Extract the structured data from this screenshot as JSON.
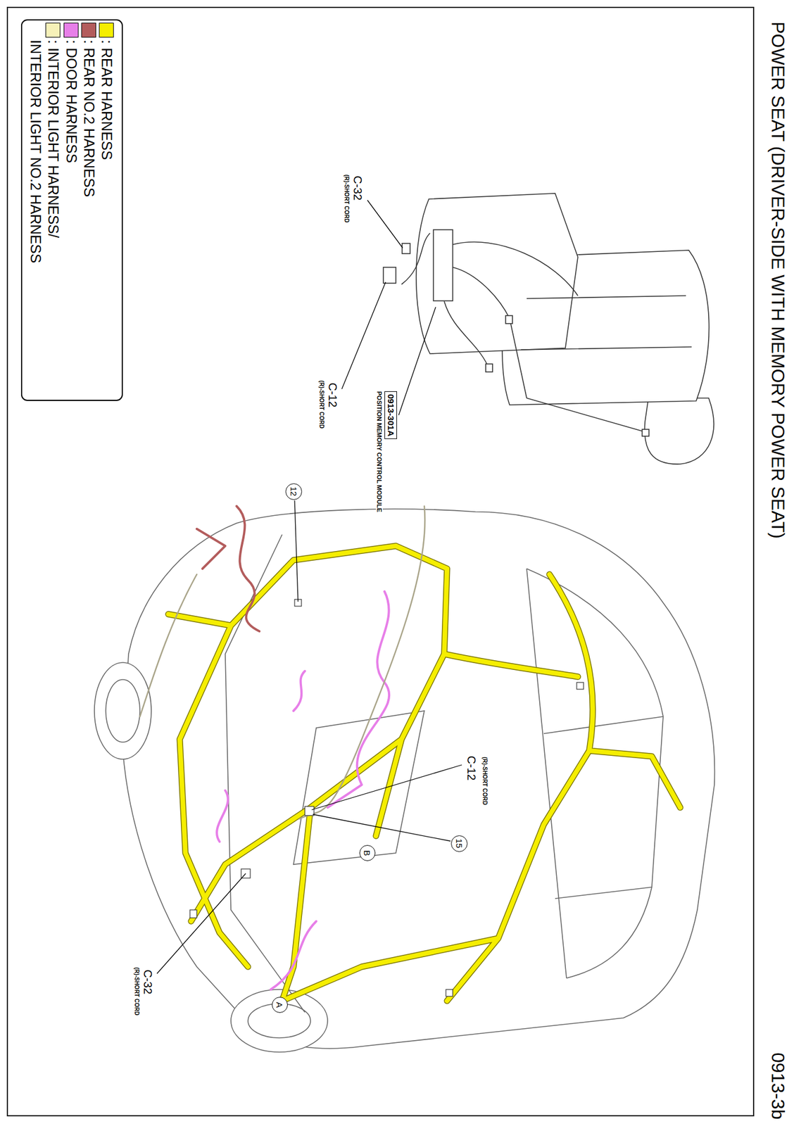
{
  "diagram": {
    "title": "POWER SEAT (DRIVER-SIDE WITH MEMORY POWER SEAT)",
    "nodes": [
      {
        "text": [
          "0913-301A",
          "POSITION MEMORY CONTROL MODULE"
        ]
      },
      {
        "text": [
          "12"
        ]
      },
      {
        "text": [
          "15"
        ]
      },
      {
        "text": [
          "B"
        ]
      },
      {
        "text": [
          "A"
        ]
      }
    ],
    "labels": [
      "0913-3b",
      "C-32",
      "(R)-SHORT CORD",
      "C-12",
      "(R)-SHORT CORD",
      "C-12",
      "(R)-SHORT CORD",
      "C-32",
      "(R)-SHORT CORD"
    ],
    "legend": [
      {
        "text": ": REAR HARNESS",
        "color": "#f5ee00"
      },
      {
        "text": ": REAR NO.2 HARNESS",
        "color": "#b35c5c"
      },
      {
        "text": ": DOOR HARNESS",
        "color": "#e77fe8"
      },
      {
        "text": ": INTERIOR LIGHT HARNESS/ INTERIOR LIGHT NO.2 HARNESS",
        "color": "#f6f1b8"
      }
    ]
  }
}
